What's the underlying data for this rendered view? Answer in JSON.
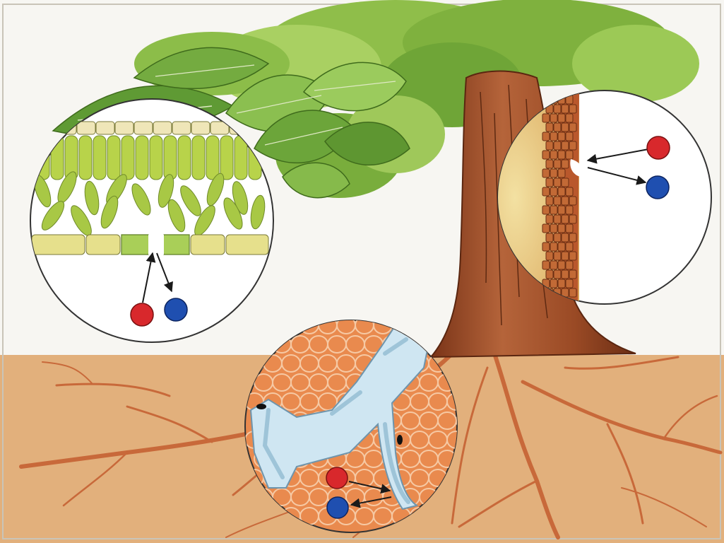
{
  "illustration": {
    "subject": "tree-gas-exchange",
    "colors": {
      "sky": "#f7f6f2",
      "soil": "#e2b07c",
      "root": "#c8693a",
      "bark": "#9a4a25",
      "leaf_dark": "#5c8f2e",
      "leaf_light": "#9fc85a",
      "cell_yellow": "#e6e08c",
      "cell_green": "#b8d34a",
      "oxygen_red": "#d8282c",
      "co2_blue": "#1f4fb0",
      "soil_particle": "#e98a4e",
      "root_hair": "#cfe6f2"
    },
    "insets": [
      {
        "name": "leaf-cross-section",
        "molecules": [
          "red",
          "blue"
        ]
      },
      {
        "name": "bark-lenticel",
        "molecules": [
          "red",
          "blue"
        ]
      },
      {
        "name": "root-hair-soil",
        "molecules": [
          "red",
          "blue"
        ]
      }
    ]
  }
}
